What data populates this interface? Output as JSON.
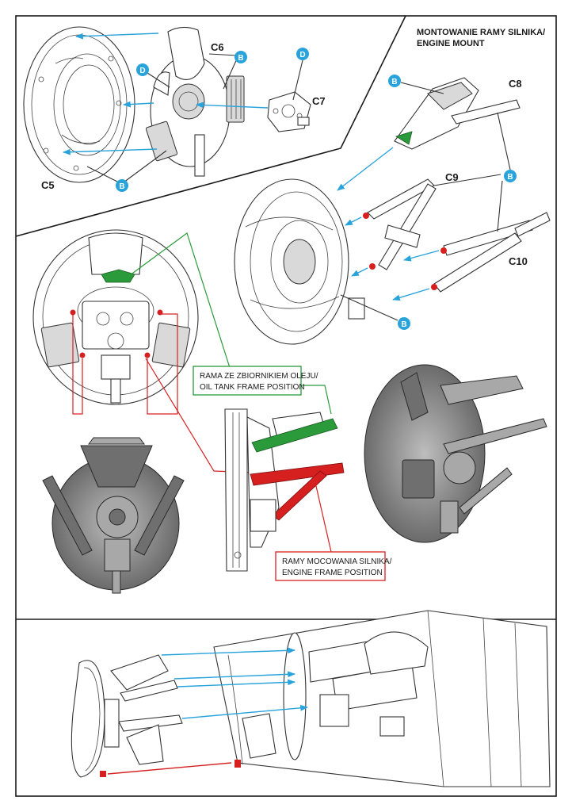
{
  "parts": {
    "c5": "C5",
    "c6": "C6",
    "c7": "C7",
    "c8": "C8",
    "c9": "C9",
    "c10": "C10"
  },
  "badges": {
    "b": "B",
    "d": "D"
  },
  "section_title": {
    "line1": "MONTOWANIE RAMY SILNIKA/",
    "line2": "ENGINE MOUNT"
  },
  "callouts": {
    "oil_tank": {
      "line1": "RAMA ZE ZBIORNIKIEM OLEJU/",
      "line2": "OIL TANK FRAME POSITION"
    },
    "engine_frame": {
      "line1": "RAMY MOCOWANIA SILNIKA/",
      "line2": "ENGINE FRAME POSITION"
    }
  },
  "colors": {
    "arrow_blue": "#29a3dc",
    "badge_blue": "#29a3dc",
    "highlight_green": "#2a9a3a",
    "highlight_red": "#d62020",
    "grey_model": "#8c8c8c",
    "line": "#333333",
    "border": "#1a1a1a"
  }
}
